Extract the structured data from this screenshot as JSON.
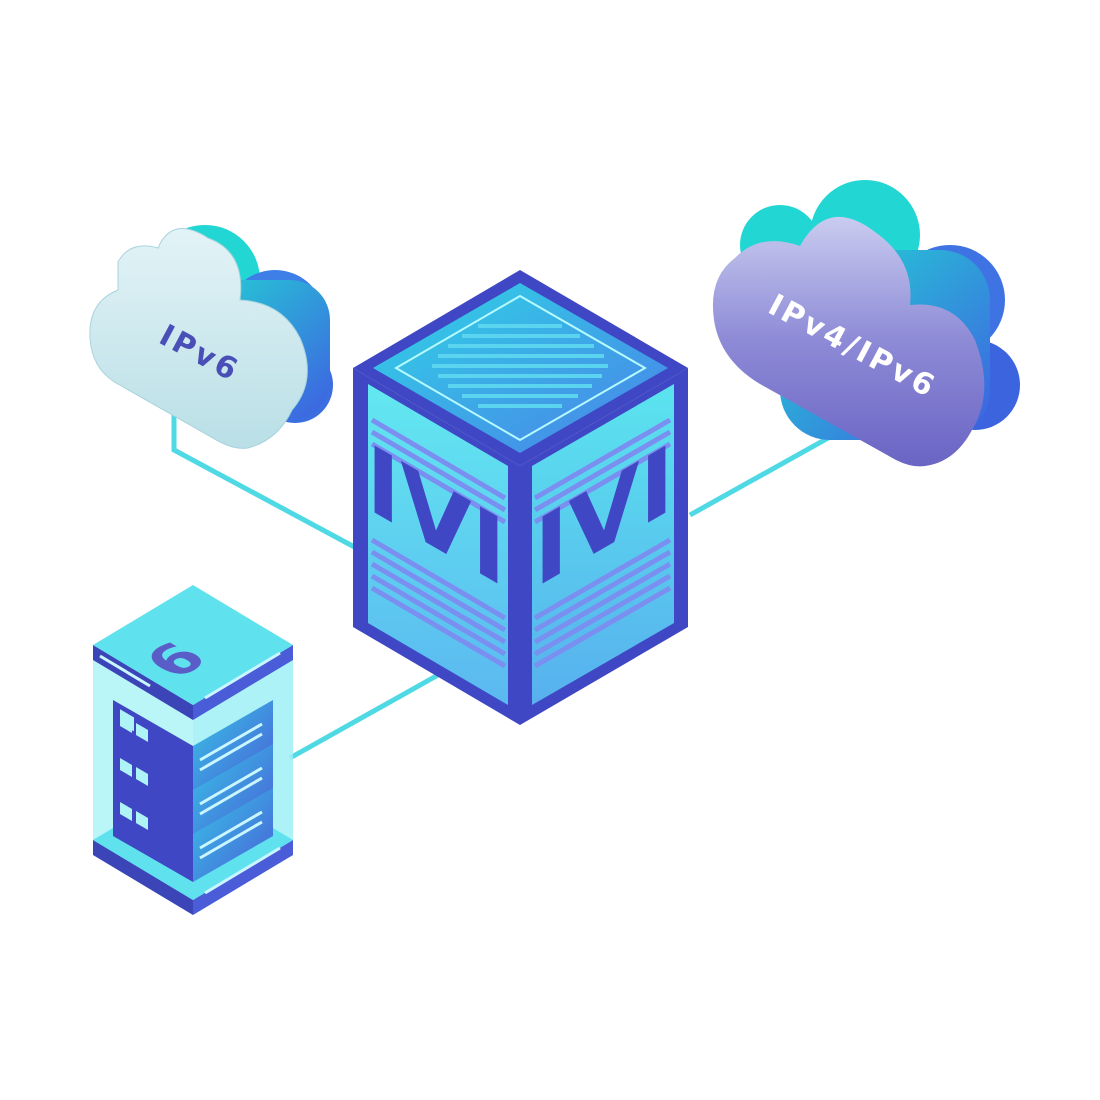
{
  "diagram": {
    "nodes": {
      "left_cloud": {
        "label": "IPv6"
      },
      "right_cloud": {
        "label": "IPv4/IPv6"
      },
      "center_cube": {
        "front_label": "IVI",
        "side_label": "IVI"
      },
      "server_rack": {
        "badge": "6"
      }
    },
    "edges": [
      {
        "from": "left_cloud",
        "to": "center_cube"
      },
      {
        "from": "right_cloud",
        "to": "center_cube"
      },
      {
        "from": "server_rack",
        "to": "center_cube"
      }
    ],
    "colors": {
      "line": "#4fd9e4",
      "cube_face": "#4de3ee",
      "cube_border": "#4047c4",
      "cube_stripe": "#7a8ff0",
      "left_cloud": "#cfe8ef",
      "right_cloud": "#8a86d6",
      "cloud_back_teal": "#22d6d4",
      "cloud_back_blue": "#3b6fe0",
      "rack_glow": "#aef4f7",
      "rack_body": "#4a66d6",
      "label_dark": "#4a4fb8",
      "label_light": "#ffffff"
    }
  }
}
